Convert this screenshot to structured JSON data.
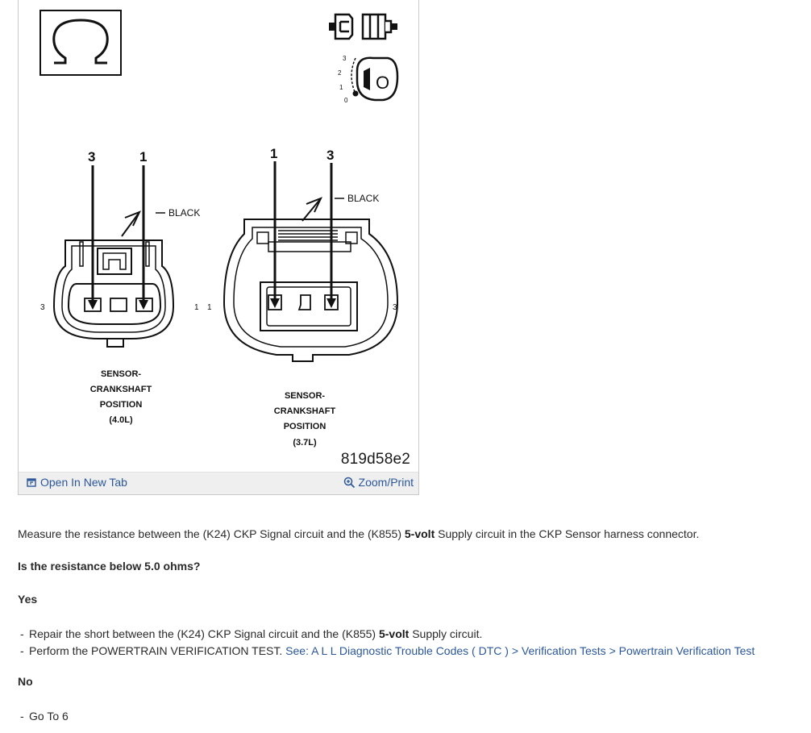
{
  "figure": {
    "labels": {
      "pin_3_left": "3",
      "pin_1_left": "1",
      "pin_1_right": "1",
      "pin_3_right": "3",
      "black_left": "BLACK",
      "black_right": "BLACK",
      "side_3_left": "3",
      "side_1_left": "1",
      "side_1_left_b": "1",
      "side_3_right": "3",
      "key_pos_3": "3",
      "key_pos_2": "2",
      "key_pos_1": "1",
      "key_pos_0": "0",
      "key_letter": "O"
    },
    "caption_left": [
      "SENSOR-",
      "CRANKSHAFT",
      "POSITION",
      "(4.0L)"
    ],
    "caption_right": [
      "SENSOR-",
      "CRANKSHAFT",
      "POSITION",
      "(3.7L)"
    ],
    "figure_id": "819d58e2",
    "open_in_new_tab": "Open In New Tab",
    "zoom_print": "Zoom/Print"
  },
  "step": {
    "instruction_pre": "Measure the resistance between the (K24) CKP Signal circuit and the (K855) ",
    "instruction_bold": "5-volt",
    "instruction_post": " Supply circuit in the CKP Sensor harness connector.",
    "question": "Is the resistance below 5.0 ohms?",
    "yes_label": "Yes",
    "yes_item1_pre": "Repair the short between the (K24) CKP Signal circuit and the (K855) ",
    "yes_item1_bold": "5-volt",
    "yes_item1_post": " Supply circuit.",
    "yes_item2_pre": "Perform the POWERTRAIN VERIFICATION TEST. ",
    "yes_item2_link": "See: A L L Diagnostic Trouble Codes ( DTC ) > Verification Tests > Powertrain Verification Test",
    "no_label": "No",
    "no_item1": "Go To 6"
  }
}
